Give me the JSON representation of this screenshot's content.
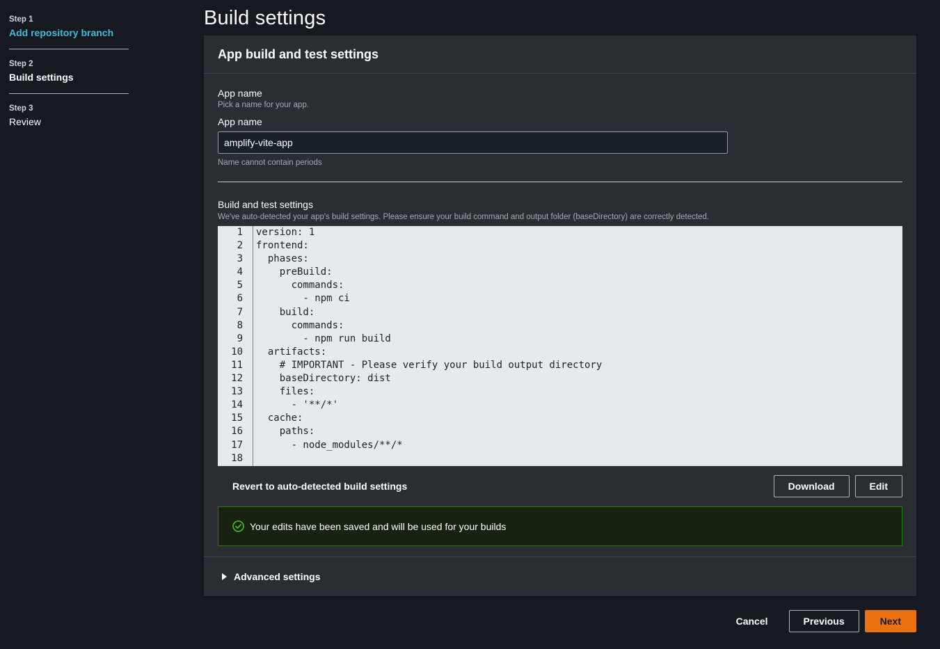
{
  "sidebar": {
    "steps": [
      {
        "num": "Step 1",
        "title": "Add repository branch"
      },
      {
        "num": "Step 2",
        "title": "Build settings"
      },
      {
        "num": "Step 3",
        "title": "Review"
      }
    ]
  },
  "page": {
    "title": "Build settings"
  },
  "card": {
    "header": "App build and test settings",
    "app_name": {
      "section_label": "App name",
      "description": "Pick a name for your app.",
      "input_label": "App name",
      "value": "amplify-vite-app",
      "constraint": "Name cannot contain periods"
    },
    "build": {
      "label": "Build and test settings",
      "description": "We've auto-detected your app's build settings. Please ensure your build command and output folder (baseDirectory) are correctly detected.",
      "code_lines": [
        "version: 1",
        "frontend:",
        "  phases:",
        "    preBuild:",
        "      commands:",
        "        - npm ci",
        "    build:",
        "      commands:",
        "        - npm run build",
        "  artifacts:",
        "    # IMPORTANT - Please verify your build output directory",
        "    baseDirectory: dist",
        "    files:",
        "      - '**/*'",
        "  cache:",
        "    paths:",
        "      - node_modules/**/*",
        ""
      ],
      "revert_label": "Revert to auto-detected build settings",
      "download_label": "Download",
      "edit_label": "Edit"
    },
    "alert": {
      "text": "Your edits have been saved and will be used for your builds"
    },
    "advanced": {
      "label": "Advanced settings"
    }
  },
  "footer": {
    "cancel": "Cancel",
    "previous": "Previous",
    "next": "Next"
  },
  "colors": {
    "accent": "#ec7211",
    "link": "#44b9d6",
    "success": "#1d8102"
  }
}
